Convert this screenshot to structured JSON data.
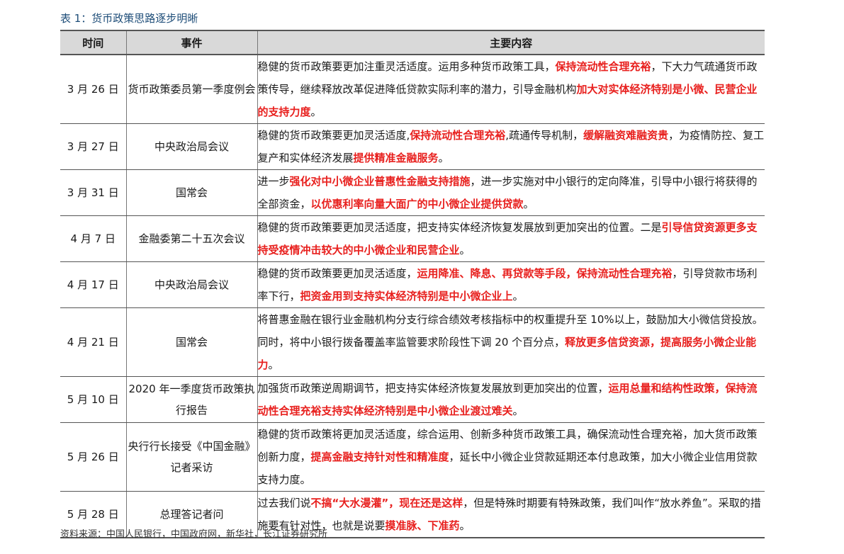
{
  "caption": "表 1：货币政策思路逐步明晰",
  "headers": {
    "time": "时间",
    "event": "事件",
    "content": "主要内容"
  },
  "rows": [
    {
      "time": "3 月 26 日",
      "event": "货币政策委员第一季度例会",
      "content": [
        {
          "text": "稳健的货币政策要更加注重灵活适度。运用多种货币政策工具，"
        },
        {
          "text": "保持流动性合理充裕",
          "hl": true
        },
        {
          "text": "，下大力气疏通货币政策传导，继续释放改革促进降低贷款实际利率的潜力，引导金融机构"
        },
        {
          "text": "加大对实体经济特别是小微、民营企业的支持力度",
          "hl": true
        },
        {
          "text": "。"
        }
      ]
    },
    {
      "time": "3 月 27 日",
      "event": "中央政治局会议",
      "content": [
        {
          "text": "稳健的货币政策要更加灵活适度,"
        },
        {
          "text": "保持流动性合理充裕",
          "hl": true
        },
        {
          "text": ",疏通传导机制，"
        },
        {
          "text": "缓解融资难融资贵",
          "hl": true
        },
        {
          "text": "，为疫情防控、复工复产和实体经济发展"
        },
        {
          "text": "提供精准金融服务",
          "hl": true
        },
        {
          "text": "。"
        }
      ]
    },
    {
      "time": "3 月 31 日",
      "event": "国常会",
      "content": [
        {
          "text": "进一步"
        },
        {
          "text": "强化对中小微企业普惠性金融支持措施",
          "hl": true
        },
        {
          "text": "，进一步实施对中小银行的定向降准，引导中小银行将获得的全部资金，"
        },
        {
          "text": "以优惠利率向量大面广的中小微企业提供贷款",
          "hl": true
        },
        {
          "text": "。"
        }
      ]
    },
    {
      "time": "4 月 7 日",
      "event": "金融委第二十五次会议",
      "content": [
        {
          "text": "稳健的货币政策要更加灵活适度，把支持实体经济恢复发展放到更加突出的位置。二是"
        },
        {
          "text": "引导信贷资源更多支持受疫情冲击较大的中小微企业和民营企业",
          "hl": true
        },
        {
          "text": "。"
        }
      ]
    },
    {
      "time": "4 月 17 日",
      "event": "中央政治局会议",
      "content": [
        {
          "text": "稳健的货币政策要更加灵活适度，"
        },
        {
          "text": "运用降准、降息、再贷款等手段，保持流动性合理充裕",
          "hl": true
        },
        {
          "text": "，引导贷款市场利率下行，"
        },
        {
          "text": "把资金用到支持实体经济特别是中小微企业上",
          "hl": true
        },
        {
          "text": "。"
        }
      ]
    },
    {
      "time": "4 月 21 日",
      "event": "国常会",
      "content": [
        {
          "text": "将普惠金融在银行业金融机构分支行综合绩效考核指标中的权重提升至 10%以上，鼓励加大小微信贷投放。同时，将中小银行拨备覆盖率监管要求阶段性下调 20 个百分点，"
        },
        {
          "text": "释放更多信贷资源，提高服务小微企业能力",
          "hl": true
        },
        {
          "text": "。"
        }
      ]
    },
    {
      "time": "5 月 10 日",
      "event": "2020 年一季度货币政策执行报告",
      "content": [
        {
          "text": "加强货币政策逆周期调节，把支持实体经济恢复发展放到更加突出的位置，"
        },
        {
          "text": "运用总量和结构性政策，保持流动性合理充裕支持实体经济特别是中小微企业渡过难关",
          "hl": true
        },
        {
          "text": "。"
        }
      ]
    },
    {
      "time": "5 月 26 日",
      "event": "央行行长接受《中国金融》记者采访",
      "content": [
        {
          "text": "稳健的货币政策将更加灵活适度，综合运用、创新多种货币政策工具，确保流动性合理充裕，加大货币政策创新力度，"
        },
        {
          "text": "提高金融支持针对性和精准度",
          "hl": true
        },
        {
          "text": "，延长中小微企业贷款延期还本付息政策，加大小微企业信用贷款支持力度。"
        }
      ]
    },
    {
      "time": "5 月 28 日",
      "event": "总理答记者问",
      "content": [
        {
          "text": "过去我们说"
        },
        {
          "text": "不搞“大水漫灌”，现在还是这样",
          "hl": true
        },
        {
          "text": "，但是特殊时期要有特殊政策，我们叫作“放水养鱼”。采取的措施要有针对性，也就是说要"
        },
        {
          "text": "摸准脉、下准药",
          "hl": true
        },
        {
          "text": "。"
        }
      ]
    }
  ],
  "source": "资料来源：中国人民银行，中国政府网，新华社，长江证券研究所",
  "colors": {
    "highlight": "#e8201e",
    "caption": "#1f4e79",
    "header_bg": "#d9d9d9"
  }
}
